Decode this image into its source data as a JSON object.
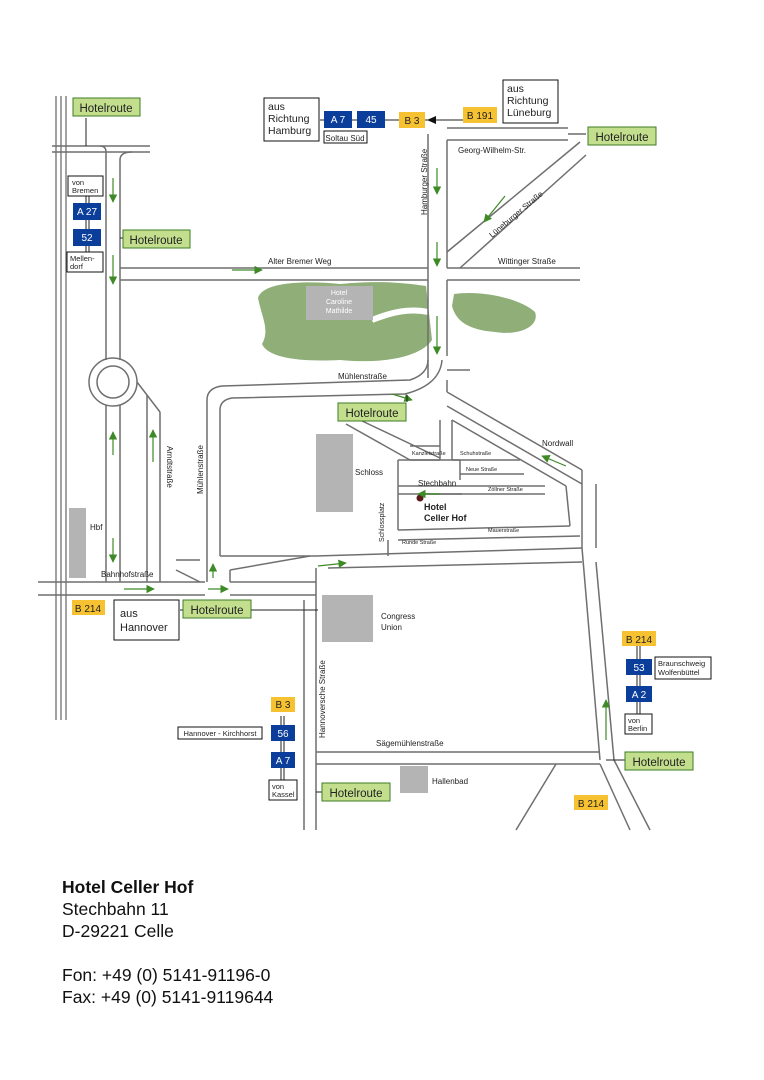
{
  "map": {
    "hotelroute_label": "Hotelroute",
    "origins": {
      "hamburg": [
        "aus",
        "Richtung",
        "Hamburg"
      ],
      "lueneburg": [
        "aus",
        "Richtung",
        "Lüneburg"
      ],
      "hannover": [
        "aus",
        "Hannover"
      ]
    },
    "routes": {
      "a7_north": "A 7",
      "exit45": "45",
      "soltau": "Soltau Süd",
      "b3_north": "B 3",
      "b191": "B 191",
      "von_bremen": [
        "von",
        "Bremen"
      ],
      "a27": "A 27",
      "exit52": "52",
      "mellendorf": [
        "Mellen-",
        "dorf"
      ],
      "b214_west": "B 214",
      "b3_south": "B 3",
      "exit56": "56",
      "a7_south": "A 7",
      "kirchhorst": "Hannover - Kirchhorst",
      "von_kassel": [
        "von",
        "Kassel"
      ],
      "b214_east": "B 214",
      "exit53": "53",
      "braunschweig": [
        "Braunschweig",
        "Wolfenbüttel"
      ],
      "a2": "A 2",
      "von_berlin": [
        "von",
        "Berlin"
      ],
      "b214_south": "B 214"
    },
    "streets": {
      "georg_wilhelm": "Georg-Wilhelm-Str.",
      "hamburger": "Hamburger Straße",
      "lueneburger": "Lüneburger Straße",
      "alter_bremer": "Alter Bremer Weg",
      "wittinger": "Wittinger Straße",
      "muehlen": "Mühlenstraße",
      "muehlen_v": "Mühlenstraße",
      "arndt": "Arndtstraße",
      "bahnhof": "Bahnhofstraße",
      "nordwall": "Nordwall",
      "kanzlei": "Kanzleistraße",
      "schuh": "Schuhstraße",
      "neue": "Neue Straße",
      "stechbahn": "Stechbahn",
      "zoellner": "Zöllner Straße",
      "mauer": "Mauerstraße",
      "runde": "Runde Straße",
      "schlossplatz": "Schlossplatz",
      "hannoversche": "Hannoversche Straße",
      "saegemuehlen": "Sägemühlenstraße"
    },
    "places": {
      "hotel_caroline": [
        "Hotel",
        "Caroline",
        "Mathilde"
      ],
      "schloss": "Schloss",
      "hbf": "Hbf",
      "hotel_celler": [
        "Hotel",
        "Celler Hof"
      ],
      "congress": [
        "Congress",
        "Union"
      ],
      "hallenbad": "Hallenbad"
    },
    "colors": {
      "road": "#6f6f6f",
      "park": "#8fae78",
      "building": "#b4b4b4",
      "hotelroute_bg": "#c3df8e",
      "hotelroute_border": "#3d7d25",
      "autobahn": "#0b3d9a",
      "bundesstrasse": "#f6c231",
      "arrow": "#3d8a27"
    }
  },
  "address": {
    "name": "Hotel Celler Hof",
    "street": "Stechbahn 11",
    "city": "D-29221 Celle",
    "phone": "Fon: +49 (0) 5141-91196-0",
    "fax": "Fax: +49 (0) 5141-9119644"
  }
}
